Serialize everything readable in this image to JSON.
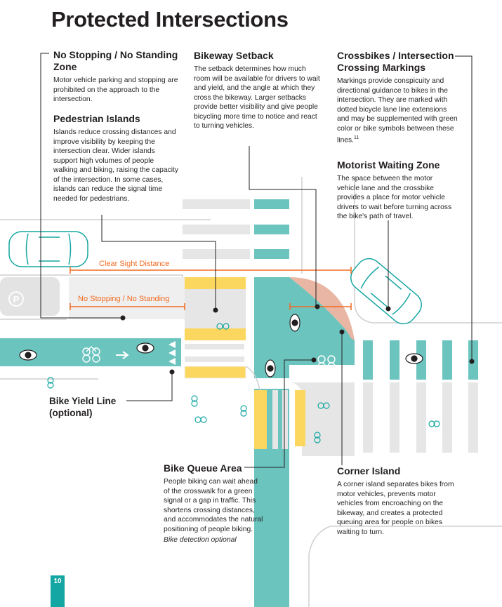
{
  "title": "Protected Intersections",
  "sections": {
    "no_stopping": {
      "heading": "No Stopping / No Standing Zone",
      "body": "Motor vehicle parking and stopping are prohibited on the approach to the intersection."
    },
    "pedestrian_islands": {
      "heading": "Pedestrian Islands",
      "body": "Islands reduce crossing distances and improve visibility by keeping the intersection clear. Wider islands support high volumes of people walking and biking, raising the capacity of the intersection. In some cases, islands can reduce the signal time needed for pedestrians."
    },
    "bikeway_setback": {
      "heading": "Bikeway Setback",
      "body": "The setback determines how much room will be available for drivers to wait and yield, and the angle at which they cross the bikeway. Larger setbacks provide better visibility and give people bicycling more time to notice and react to turning vehicles."
    },
    "crossbikes": {
      "heading": "Crossbikes / Intersection Crossing Markings",
      "body": "Markings provide conspicuity and directional guidance to bikes in the intersection. They are marked with dotted bicycle lane line extensions and may be supplemented with green color or bike symbols between these lines.",
      "footnote": "11"
    },
    "motorist_waiting": {
      "heading": "Motorist Waiting Zone",
      "body": "The space between the motor vehicle lane and the crossbike provides a place for motor vehicle drivers to wait before turning across the bike's path of travel."
    },
    "bike_queue": {
      "heading": "Bike Queue Area",
      "body": "People biking can wait ahead of the crosswalk for a green signal or a gap in traffic. This shortens crossing distances, and accommodates the natural positioning of people biking.",
      "note": "Bike detection optional"
    },
    "corner_island": {
      "heading": "Corner Island",
      "body": "A corner island separates bikes from motor vehicles, prevents motor vehicles from encroaching on the bikeway, and creates a protected queuing area for people on bikes waiting to turn."
    }
  },
  "diagram_labels": {
    "clear_sight": "Clear Sight Distance",
    "no_stopping": "No Stopping / No Standing",
    "bike_yield_line": "Bike Yield Line (optional)",
    "parking_sign": "P"
  },
  "page_number": "10",
  "colors": {
    "bikeway_teal": "#6cc4bf",
    "accent_teal": "#14a6a2",
    "orange": "#f26b21",
    "yellow_pad": "#fbd760",
    "setback_salmon": "#e8b6a2",
    "concrete_gray": "#e6e6e6",
    "road_white": "#ffffff"
  },
  "icons": [
    "bicycle-symbol-icon",
    "cyclist-icon",
    "car-icon",
    "parking-sign-icon",
    "arrow-right-icon",
    "pedestrian-icon"
  ]
}
